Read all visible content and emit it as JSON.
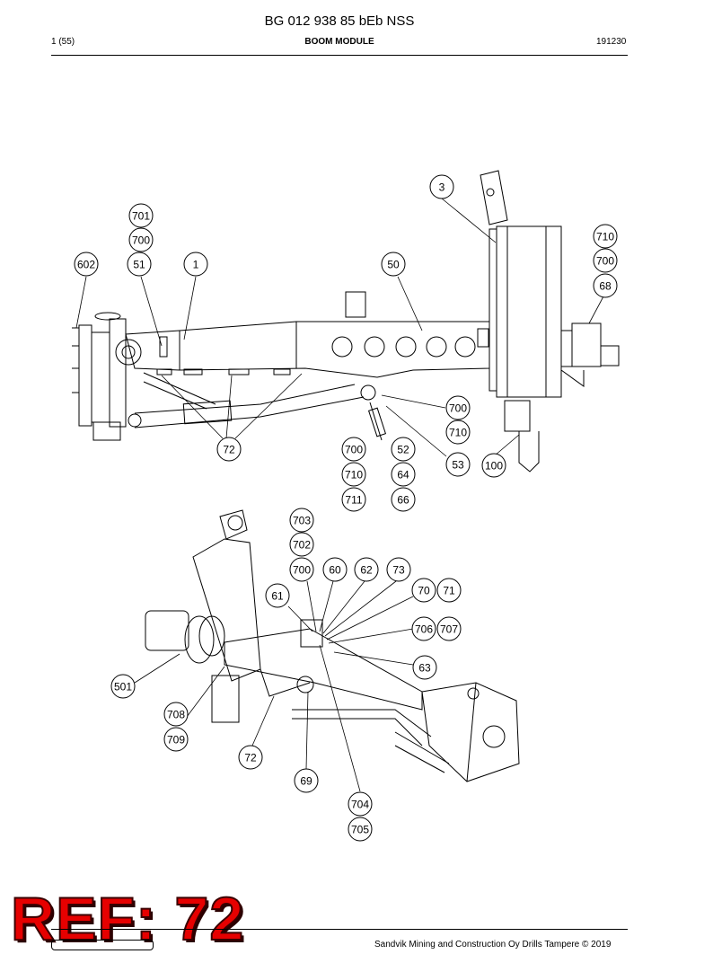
{
  "header": {
    "title": "BG 012 938 85 bEb NSS",
    "page": "1 (55)",
    "section": "BOOM MODULE",
    "code": "191230"
  },
  "stamp": "REF: 72",
  "footer": {
    "copyright": "Sandvik Mining and Construction Oy Drills Tampere © 2019"
  },
  "callouts_top": [
    "3",
    "701",
    "700",
    "51",
    "1",
    "602",
    "50",
    "710",
    "700",
    "68",
    "700",
    "710",
    "72",
    "700",
    "52",
    "710",
    "64",
    "53",
    "100",
    "711",
    "66"
  ],
  "callouts_bottom": [
    "703",
    "702",
    "700",
    "60",
    "62",
    "73",
    "61",
    "70",
    "71",
    "706",
    "707",
    "63",
    "501",
    "708",
    "709",
    "72",
    "69",
    "704",
    "705"
  ]
}
